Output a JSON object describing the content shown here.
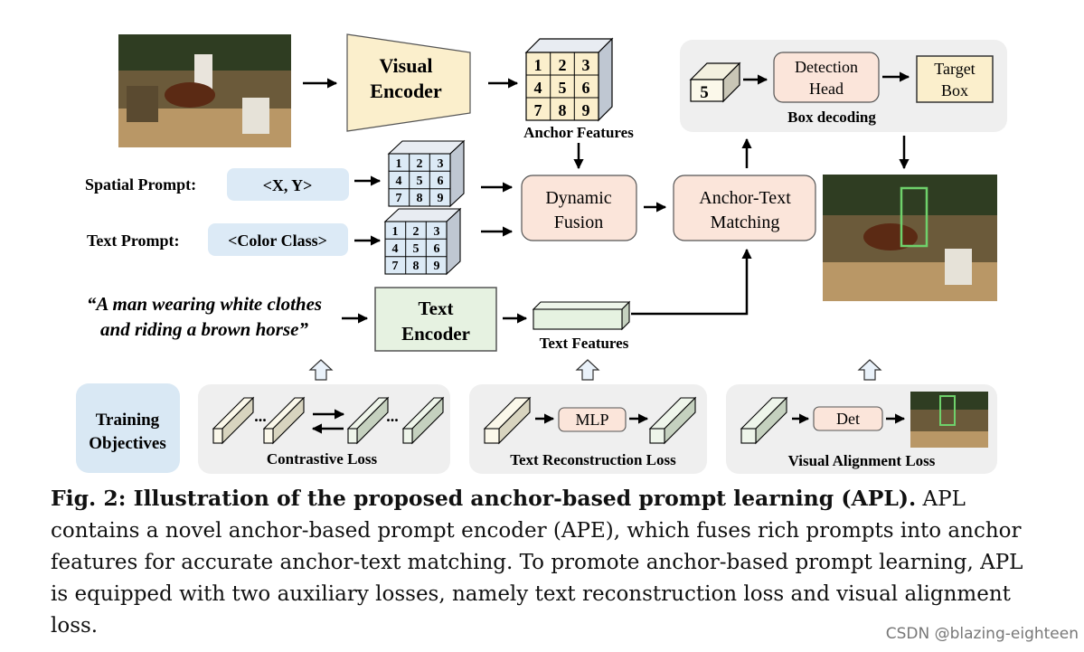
{
  "figure": {
    "visual_encoder": [
      "Visual",
      "Encoder"
    ],
    "anchor_features_label": "Anchor Features",
    "grid_numbers": [
      "1",
      "2",
      "3",
      "4",
      "5",
      "6",
      "7",
      "8",
      "9"
    ],
    "spatial_prompt_label": "Spatial Prompt:",
    "spatial_prompt_value": "<X, Y>",
    "text_prompt_label": "Text Prompt:",
    "text_prompt_value": "<Color Class>",
    "dynamic_fusion": [
      "Dynamic",
      "Fusion"
    ],
    "anchor_text_matching": [
      "Anchor-Text",
      "Matching"
    ],
    "detection_head": [
      "Detection",
      "Head"
    ],
    "target_box": [
      "Target",
      "Box"
    ],
    "anchor_index": "5",
    "box_decoding_label": "Box decoding",
    "query_sentence": [
      "“A man wearing white clothes",
      "and riding a brown horse”"
    ],
    "text_encoder": [
      "Text",
      "Encoder"
    ],
    "text_features_label": "Text Features",
    "training_objectives": [
      "Training",
      "Objectives"
    ],
    "dots": "...",
    "contrastive_loss_label": "Contrastive Loss",
    "mlp_label": "MLP",
    "text_reconstruction_loss_label": "Text Reconstruction Loss",
    "det_label": "Det",
    "visual_alignment_loss_label": "Visual Alignment Loss"
  },
  "caption": {
    "title": "Fig. 2: Illustration of the proposed anchor-based prompt learning (APL).",
    "body": "APL contains a novel anchor-based prompt encoder (APE), which fuses rich prompts into anchor features for accurate anchor-text matching. To promote anchor-based prompt learning, APL is equipped with two auxiliary losses, namely text reconstruction loss and visual alignment loss."
  },
  "watermark": "CSDN @blazing-eighteen",
  "colors": {
    "encoder_fill": "#fbefcc",
    "text_encoder_fill": "#e6f2e1",
    "fusion_fill": "#fbe5da",
    "prompt_fill": "#dceaf6",
    "panel_fill": "#efefef",
    "training_fill": "#d9e8f4"
  }
}
